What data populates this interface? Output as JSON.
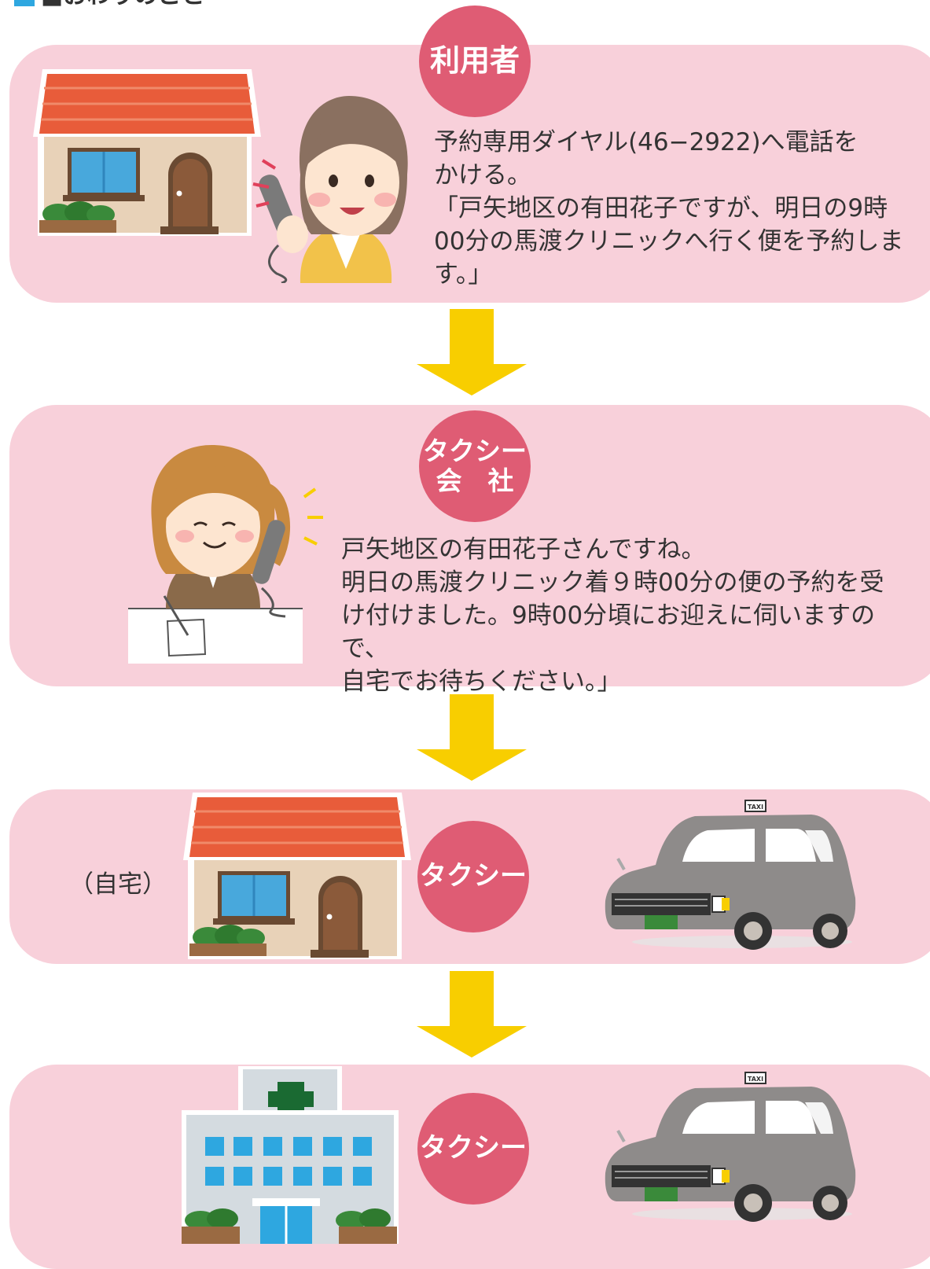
{
  "colors": {
    "panel": "#f8d0da",
    "badge": "#df5c74",
    "arrow": "#f8ce00",
    "background": "#ffffff"
  },
  "header": {
    "partial_title": "■おわりのこと"
  },
  "step1": {
    "badge": "利用者",
    "text": "予約専用ダイヤル(46−2922)へ電話を\nかける。\n「戸矢地区の有田花子ですが、明日の9時\n00分の馬渡クリニックへ行く便を予約しま\nす。」"
  },
  "step2": {
    "badge_line1": "タクシー",
    "badge_line2": "会　社",
    "text": "戸矢地区の有田花子さんですね。\n明日の馬渡クリニック着９時00分の便の予約を受\nけ付けました。9時00分頃にお迎えに伺いますので、\n自宅でお待ちください。」"
  },
  "step3": {
    "label": "（自宅）",
    "badge": "タクシー",
    "taxi_sign": "TAXI"
  },
  "step4": {
    "badge": "タクシー",
    "taxi_sign": "TAXI"
  },
  "icons": [
    "house-icon",
    "woman-phone-icon",
    "operator-icon",
    "taxi-icon",
    "hospital-icon",
    "down-arrow-icon"
  ]
}
